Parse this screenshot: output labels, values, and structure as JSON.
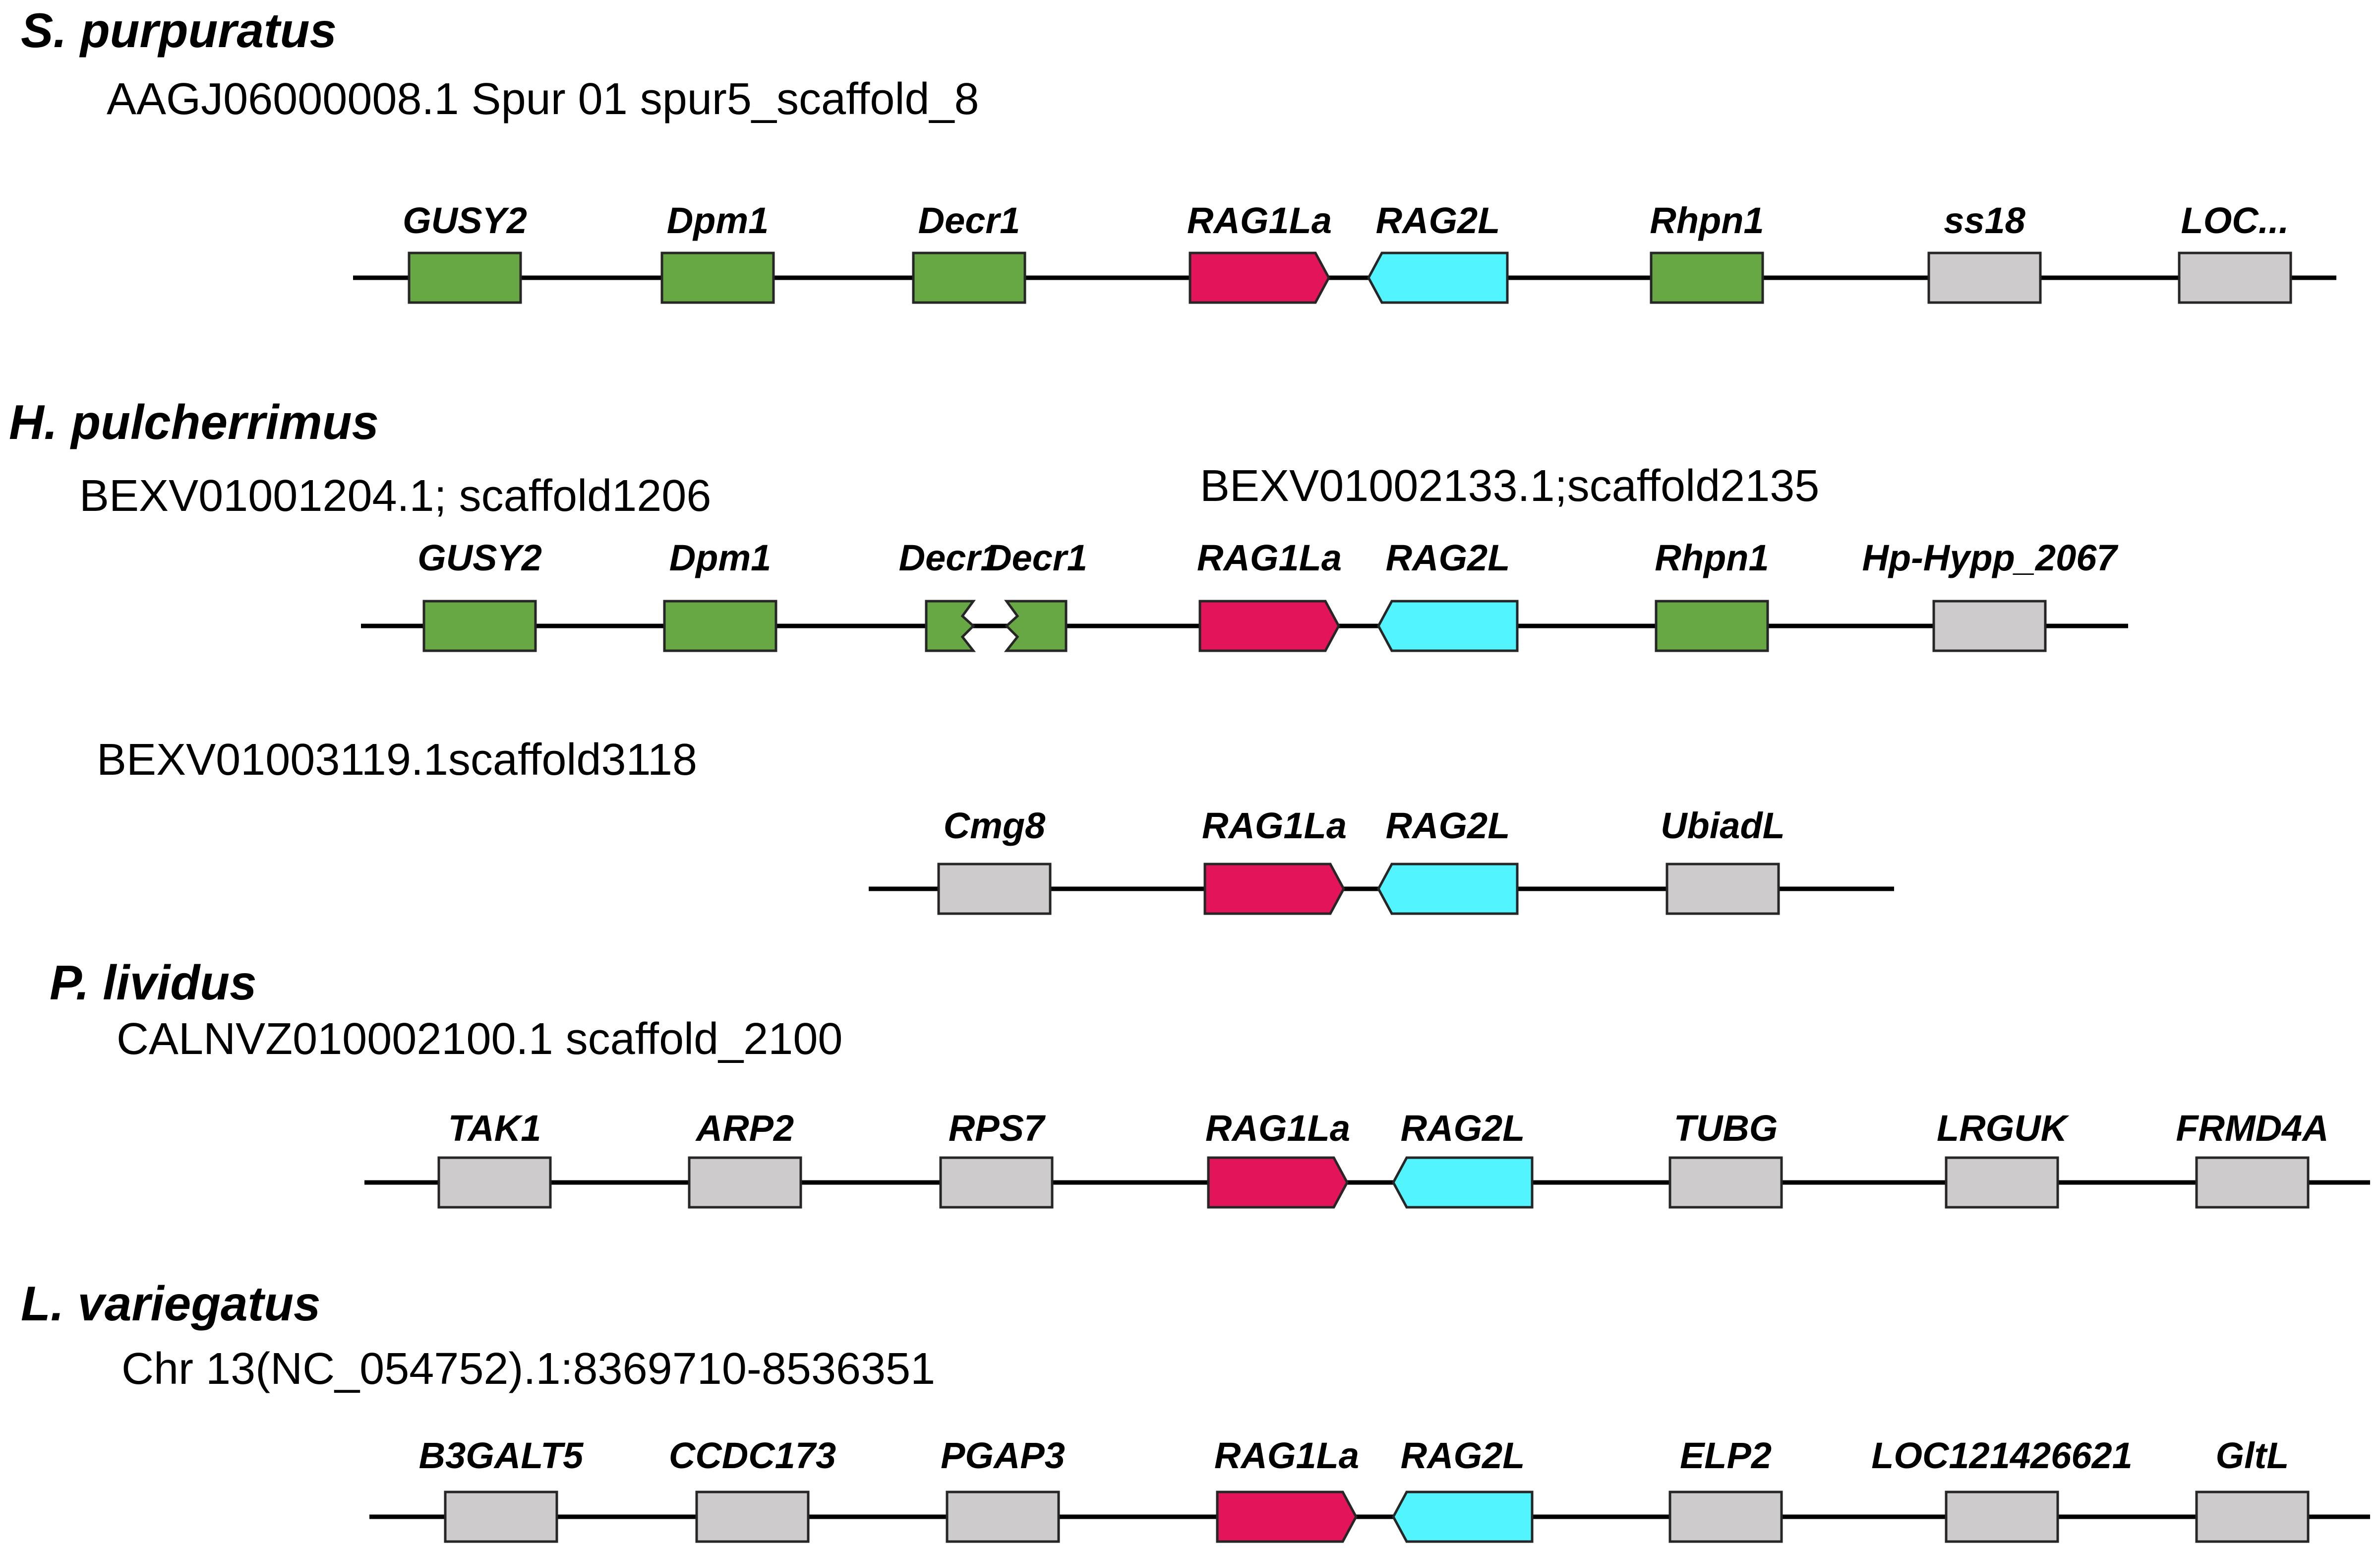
{
  "colors": {
    "background": "#ffffff",
    "backbone": "#000000",
    "syntenic_green": "#68a844",
    "rag1": "#e4145a",
    "rag2": "#52f5ff",
    "other_gray": "#cdcbcb",
    "outline": "#262626"
  },
  "species": [
    {
      "name": "S. purpuratus",
      "scaffolds": [
        {
          "accession": "AAGJ06000008.1 Spur 01 spur5_scaffold_8",
          "genes": [
            {
              "label": "GUSY2",
              "color": "green",
              "shape": "box"
            },
            {
              "label": "Dpm1",
              "color": "green",
              "shape": "box"
            },
            {
              "label": "Decr1",
              "color": "green",
              "shape": "box"
            },
            {
              "label": "RAG1La",
              "color": "rag1",
              "shape": "arrow-right"
            },
            {
              "label": "RAG2L",
              "color": "rag2",
              "shape": "arrow-left"
            },
            {
              "label": "Rhpn1",
              "color": "green",
              "shape": "box"
            },
            {
              "label": "ss18",
              "color": "gray",
              "shape": "box"
            },
            {
              "label": "LOC...",
              "color": "gray",
              "shape": "box"
            }
          ]
        }
      ]
    },
    {
      "name": "H. pulcherrimus",
      "scaffolds": [
        {
          "accession": "BEXV01001204.1; scaffold1206",
          "accession_right": "BEXV01002133.1;scaffold2135",
          "genes": [
            {
              "label": "GUSY2",
              "color": "green",
              "shape": "box"
            },
            {
              "label": "Dpm1",
              "color": "green",
              "shape": "box"
            },
            {
              "label": "Decr1",
              "color": "green",
              "shape": "broken-left"
            },
            {
              "label": "Decr1",
              "color": "green",
              "shape": "broken-right"
            },
            {
              "label": "RAG1La",
              "color": "rag1",
              "shape": "arrow-right"
            },
            {
              "label": "RAG2L",
              "color": "rag2",
              "shape": "arrow-left"
            },
            {
              "label": "Rhpn1",
              "color": "green",
              "shape": "box"
            },
            {
              "label": "Hp-Hypp_2067",
              "color": "gray",
              "shape": "box"
            }
          ]
        },
        {
          "accession": "BEXV01003119.1scaffold3118",
          "genes": [
            {
              "label": "Cmg8",
              "color": "gray",
              "shape": "box"
            },
            {
              "label": "RAG1La",
              "color": "rag1",
              "shape": "arrow-right"
            },
            {
              "label": "RAG2L",
              "color": "rag2",
              "shape": "arrow-left"
            },
            {
              "label": "UbiadL",
              "color": "gray",
              "shape": "box"
            }
          ]
        }
      ]
    },
    {
      "name": "P. lividus",
      "scaffolds": [
        {
          "accession": "CALNVZ010002100.1  scaffold_2100",
          "genes": [
            {
              "label": "TAK1",
              "color": "gray",
              "shape": "box"
            },
            {
              "label": "ARP2",
              "color": "gray",
              "shape": "box"
            },
            {
              "label": "RPS7",
              "color": "gray",
              "shape": "box"
            },
            {
              "label": "RAG1La",
              "color": "rag1",
              "shape": "arrow-right"
            },
            {
              "label": "RAG2L",
              "color": "rag2",
              "shape": "arrow-left"
            },
            {
              "label": "TUBG",
              "color": "gray",
              "shape": "box"
            },
            {
              "label": "LRGUK",
              "color": "gray",
              "shape": "box"
            },
            {
              "label": "FRMD4A",
              "color": "gray",
              "shape": "box"
            }
          ]
        }
      ]
    },
    {
      "name": "L. variegatus",
      "scaffolds": [
        {
          "accession": "Chr 13(NC_054752).1:8369710-8536351",
          "genes": [
            {
              "label": "B3GALT5",
              "color": "gray",
              "shape": "box"
            },
            {
              "label": "CCDC173",
              "color": "gray",
              "shape": "box"
            },
            {
              "label": "PGAP3",
              "color": "gray",
              "shape": "box"
            },
            {
              "label": "RAG1La",
              "color": "rag1",
              "shape": "arrow-right"
            },
            {
              "label": "RAG2L",
              "color": "rag2",
              "shape": "arrow-left"
            },
            {
              "label": "ELP2",
              "color": "gray",
              "shape": "box"
            },
            {
              "label": "LOC121426621",
              "color": "gray",
              "shape": "box"
            },
            {
              "label": "GltL",
              "color": "gray",
              "shape": "box"
            }
          ]
        }
      ]
    }
  ]
}
